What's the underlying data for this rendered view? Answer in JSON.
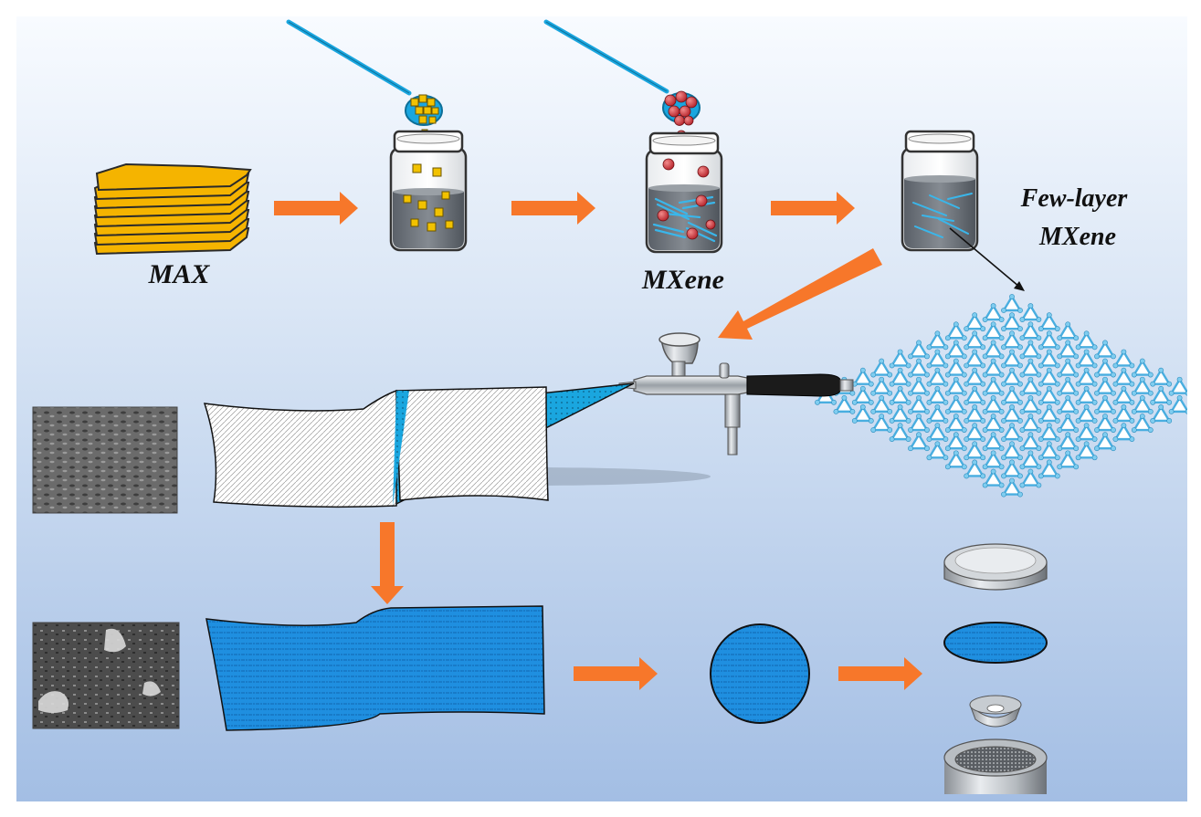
{
  "labels": {
    "max": "MAX",
    "mxene": "MXene",
    "few_layer_line1": "Few-layer",
    "few_layer_line2": "MXene"
  },
  "colors": {
    "background_top": "#f8fbff",
    "background_bottom": "#a9c3e6",
    "arrow": "#f7772a",
    "max_gold": "#f5b400",
    "mxene_blue": "#1aa6df",
    "coated_blue": "#1e88d8",
    "particle_yellow": "#f2c200",
    "particle_red": "#d9363a",
    "liquid": "#6c7279",
    "lattice": "#49aee0"
  },
  "icons": [
    "spoon-icon",
    "jar-icon",
    "airbrush-icon",
    "coin-cell-cap-icon",
    "spacer-icon",
    "coin-cell-case-icon"
  ]
}
